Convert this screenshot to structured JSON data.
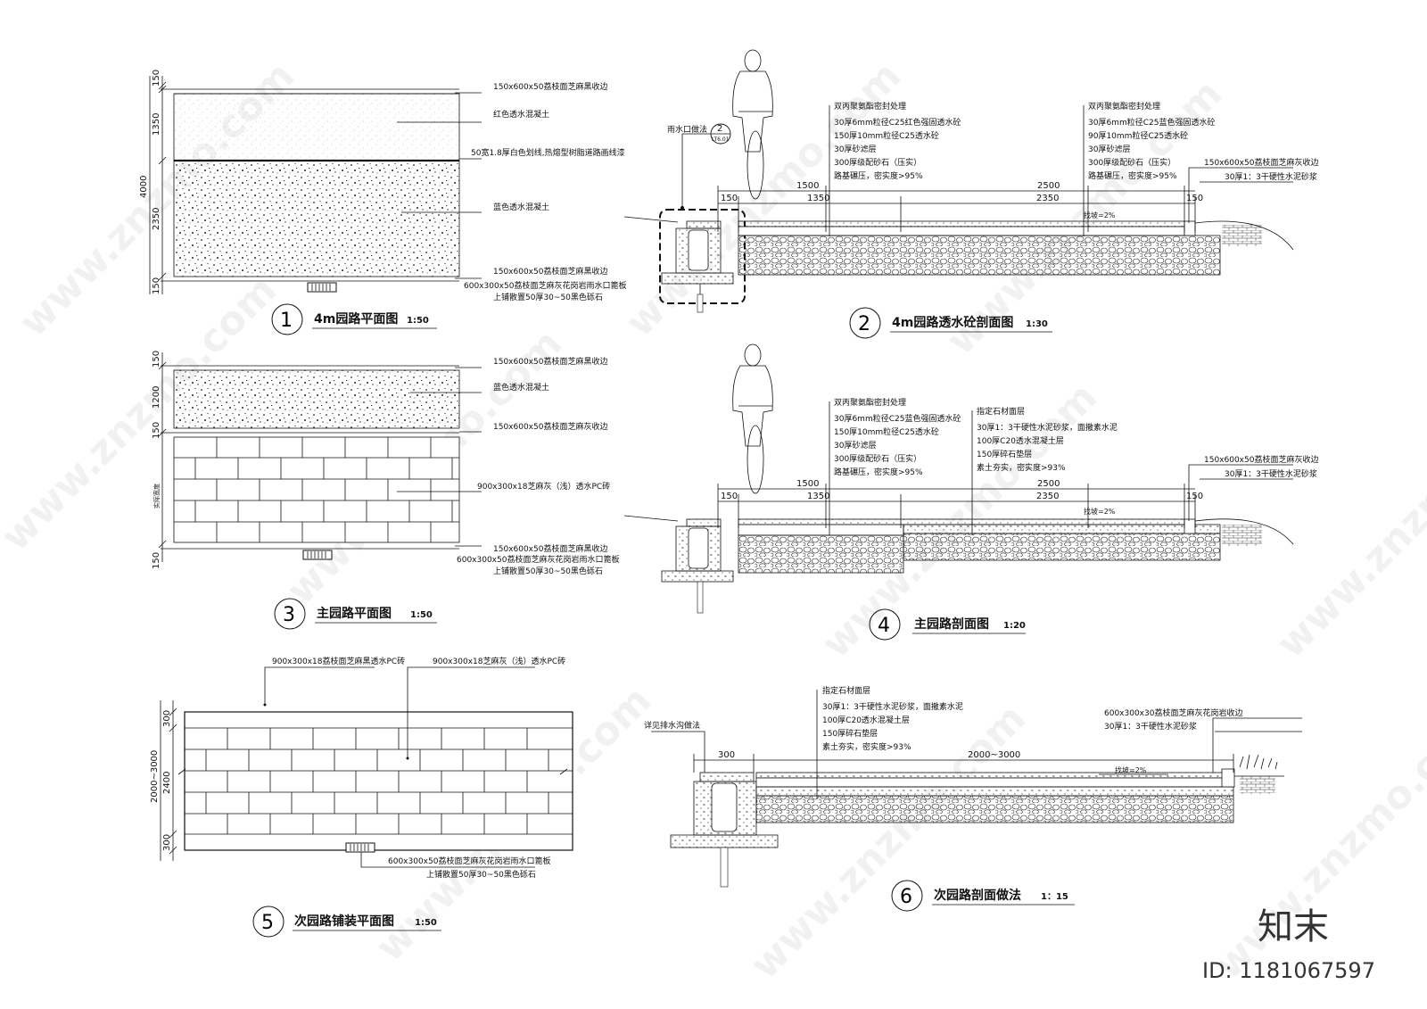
{
  "watermark": "www.znzmo.com",
  "brand": {
    "name": "知末",
    "id_text": "ID: 1181067597"
  },
  "details": [
    {
      "number": "1",
      "title": "4m园路平面图",
      "scale": "1:50",
      "dims": [
        "150",
        "1350",
        "2350",
        "150",
        "4000"
      ],
      "notes": [
        "150x600x50荔枝面芝麻黑收边",
        "红色透水混凝土",
        "50宽1.8厚白色划线,热熔型树脂道路画线漆",
        "蓝色透水混凝土",
        "150x600x50荔枝面芝麻黑收边",
        "600x300x50荔枝面芝麻灰花岗岩雨水口篦板",
        "上铺散置50厚30~50黑色砾石"
      ]
    },
    {
      "number": "2",
      "title": "4m园路透水砼剖面图",
      "scale": "1:30",
      "ref": {
        "num": "2",
        "sheet": "LT6.01",
        "label": "雨水口做法"
      },
      "layers_a": [
        "双丙聚氨酯密封处理",
        "30厚6mm粒径C25红色强固透水砼",
        "150厚10mm粒径C25透水砼",
        "30厚砂滤层",
        "300厚级配砂石（压实）",
        "路基碾压，密实度>95%"
      ],
      "layers_b": [
        "双丙聚氨酯密封处理",
        "30厚6mm粒径C25蓝色强固透水砼",
        "90厚10mm粒径C25透水砼",
        "30厚砂滤层",
        "300厚级配砂石（压实）",
        "路基碾压，密实度>95%"
      ],
      "right_notes": [
        "150x600x50荔枝面芝麻灰收边",
        "30厚1：3干硬性水泥砂浆"
      ],
      "dims_top": [
        "1500",
        "2500"
      ],
      "dims_bottom": [
        "150",
        "1350",
        "2350",
        "150"
      ],
      "slope": "找坡=2%"
    },
    {
      "number": "3",
      "title": "主园路平面图",
      "scale": "1:50",
      "dims": [
        "150",
        "1200",
        "150",
        "实际宽度",
        "150"
      ],
      "notes": [
        "150x600x50荔枝面芝麻黑收边",
        "蓝色透水混凝土",
        "150x600x50荔枝面芝麻灰收边",
        "900x300x18芝麻灰（浅）透水PC砖",
        "150x600x50荔枝面芝麻黑收边",
        "600x300x50荔枝面芝麻灰花岗岩雨水口篦板",
        "上铺散置50厚30~50黑色砾石"
      ]
    },
    {
      "number": "4",
      "title": "主园路剖面图",
      "scale": "1:20",
      "layers_a": [
        "双丙聚氨酯密封处理",
        "30厚6mm粒径C25蓝色强固透水砼",
        "150厚10mm粒径C25透水砼",
        "30厚砂滤层",
        "300厚级配砂石（压实）",
        "路基碾压，密实度>95%"
      ],
      "layers_b": [
        "指定石材面层",
        "30厚1：3干硬性水泥砂浆，面撒素水泥",
        "100厚C20透水混凝土层",
        "150厚碎石垫层",
        "素土夯实，密实度>93%"
      ],
      "right_notes": [
        "150x600x50荔枝面芝麻灰收边",
        "30厚1：3干硬性水泥砂浆"
      ],
      "dims_top": [
        "1500",
        "2500"
      ],
      "dims_bottom": [
        "150",
        "1350",
        "2350",
        "150"
      ],
      "slope": "找坡=2%"
    },
    {
      "number": "5",
      "title": "次园路铺装平面图",
      "scale": "1:50",
      "dims": [
        "300",
        "2400",
        "300",
        "2000~3000"
      ],
      "notes": [
        "900x300x18荔枝面芝麻黑透水PC砖",
        "900x300x18芝麻灰（浅）透水PC砖",
        "600x300x50荔枝面芝麻灰花岗岩雨水口篦板",
        "上铺散置50厚30~50黑色砾石"
      ]
    },
    {
      "number": "6",
      "title": "次园路剖面做法",
      "scale": "1：15",
      "left_note": "详见排水沟做法",
      "layers": [
        "指定石材面层",
        "30厚1：3干硬性水泥砂浆，面撒素水泥",
        "100厚C20透水混凝土层",
        "150厚碎石垫层",
        "素土夯实，密实度>93%"
      ],
      "right_notes": [
        "600x300x30荔枝面芝麻灰花岗岩收边",
        "30厚1：3干硬性水泥砂浆"
      ],
      "dims": [
        "300",
        "2000~3000"
      ],
      "slope": "找坡=2%"
    }
  ]
}
